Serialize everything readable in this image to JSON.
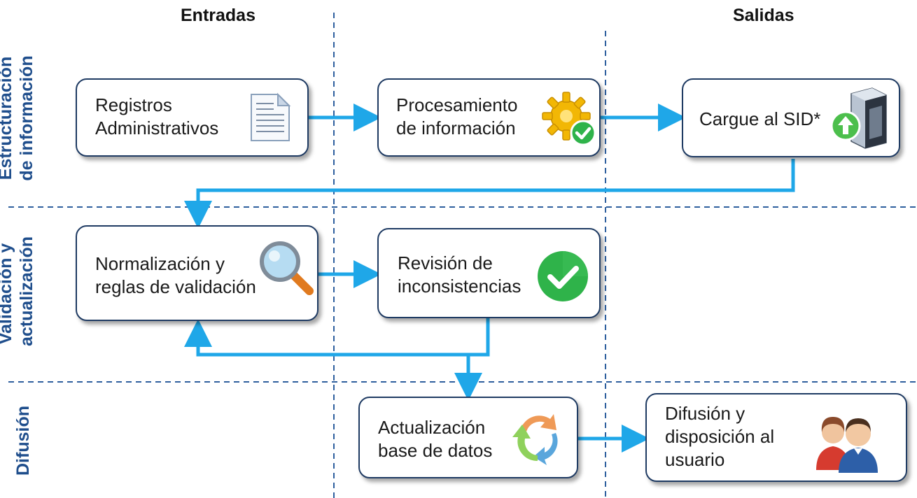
{
  "columns": {
    "inputs": "Entradas",
    "outputs": "Salidas"
  },
  "rows": {
    "structuring": [
      "Estructuración",
      "de información"
    ],
    "validation": [
      "Validación y",
      "actualización"
    ],
    "diffusion": [
      "Difusión"
    ]
  },
  "boxes": {
    "admin_records": [
      "Registros",
      "Administrativos"
    ],
    "processing": [
      "Procesamiento",
      "de información"
    ],
    "sid_upload": [
      "Cargue al SID*"
    ],
    "normalization": [
      "Normalización y",
      "reglas de validación"
    ],
    "inconsistency_review": [
      "Revisión de",
      "inconsistencias"
    ],
    "db_update": [
      "Actualización",
      "base de datos"
    ],
    "diffusion_user": [
      "Difusión y",
      "disposición al",
      "usuario"
    ]
  },
  "icons": {
    "admin_records": "document-icon",
    "processing": "gear-check-icon",
    "sid_upload": "server-upload-icon",
    "normalization": "magnifier-icon",
    "inconsistency_review": "check-circle-icon",
    "db_update": "refresh-cycle-icon",
    "diffusion_user": "users-icon"
  },
  "colors": {
    "arrow": "#1fa7e8",
    "divider": "#2e5f9e",
    "box_border": "#1f3b63",
    "row_label": "#1f4e8c",
    "check_green": "#2fb34a"
  }
}
